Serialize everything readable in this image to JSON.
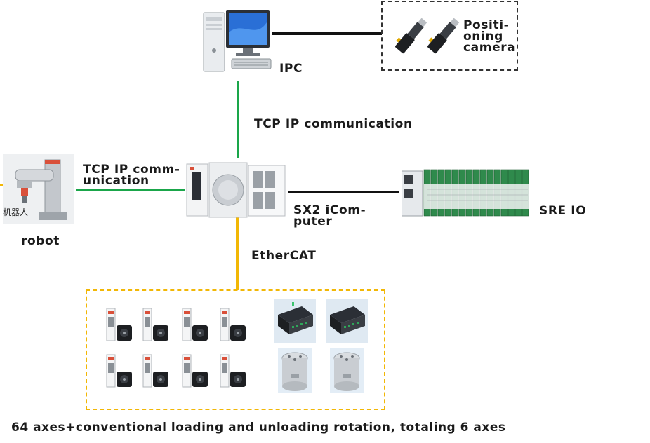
{
  "nodes": {
    "ipc": "IPC",
    "camera_line1": "Positi-",
    "camera_line2": "oning",
    "camera_line3": "camera",
    "robot": "robot",
    "robot_tag": "机器人",
    "controller_line1": "SX2 iCom-",
    "controller_line2": "puter",
    "sre_io": "SRE IO"
  },
  "links": {
    "ipc_controller": "TCP IP communication",
    "robot_controller_line1": "TCP IP comm-",
    "robot_controller_line2": "unication",
    "ethercat": "EtherCAT"
  },
  "caption": "64 axes+conventional loading and unloading rotation, totaling 6 axes",
  "colors": {
    "tcp_link": "#1aa64a",
    "ethercat_link": "#f2b705",
    "io_link": "#111111",
    "camera_box_border": "#333333",
    "axes_box_border": "#f2b705"
  }
}
